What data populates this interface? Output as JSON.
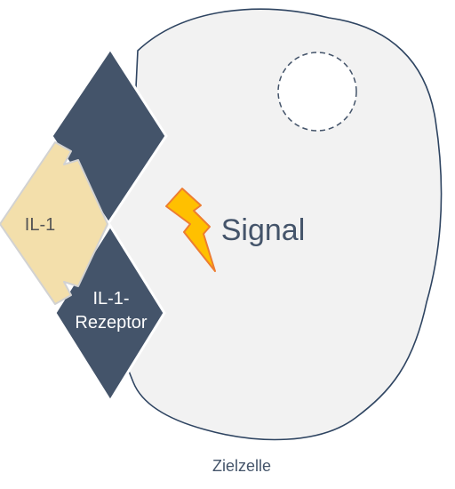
{
  "labels": {
    "il1": "IL-1",
    "receptor_line1": "IL-1-",
    "receptor_line2": "Rezeptor",
    "signal": "Signal",
    "cell": "Zielzelle"
  },
  "icons": {
    "signal": "lightning-bolt-icon",
    "nucleus": "dashed-circle"
  },
  "colors": {
    "cell_fill": "#f2f2f2",
    "cell_stroke": "#2e4461",
    "receptor": "#44546a",
    "il1_fill": "#f3dfab",
    "il1_stroke": "#d2d2d2",
    "bolt_fill": "#ffc000",
    "bolt_stroke": "#ed7d31",
    "signal_text": "#44546a",
    "receptor_text": "#ffffff",
    "il1_text": "#555555",
    "cell_text": "#44546a"
  }
}
